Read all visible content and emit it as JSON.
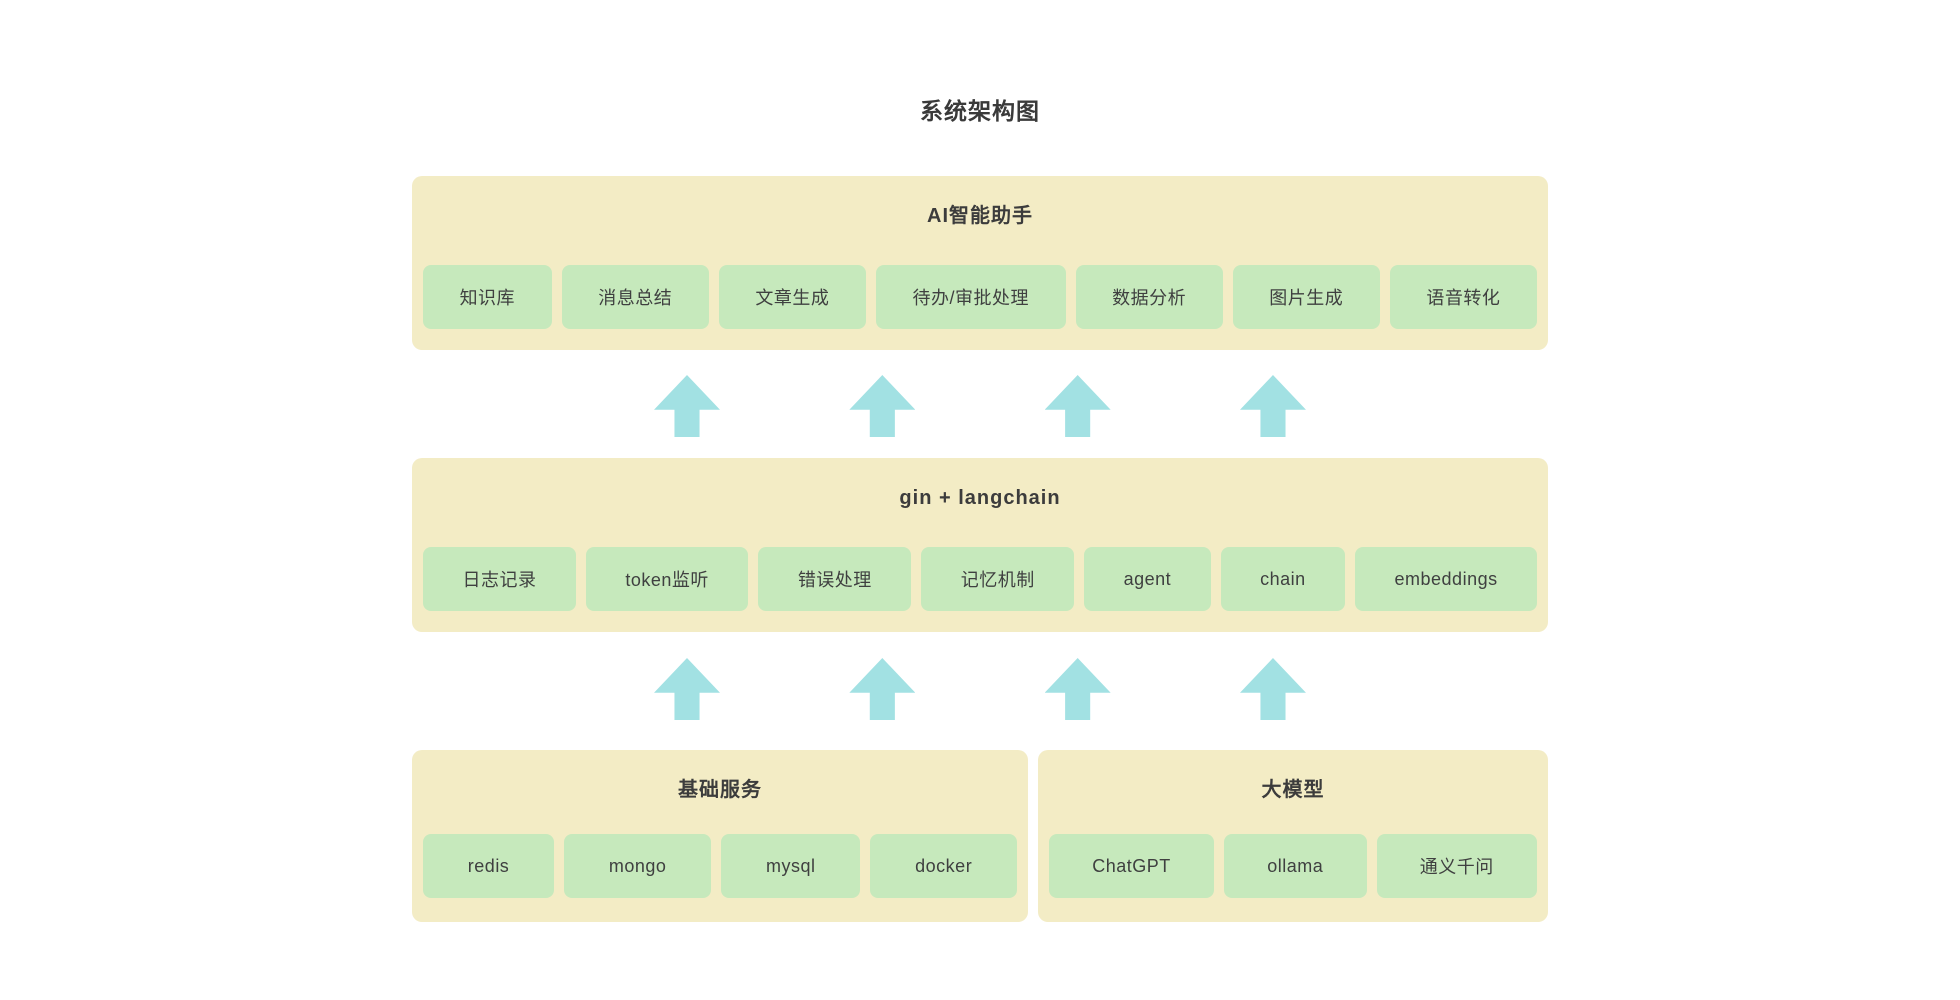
{
  "page_title": "系统架构图",
  "colors": {
    "background": "#ffffff",
    "layer_box_bg": "#f3ecc5",
    "chip_bg": "#c6e9bc",
    "arrow": "#a2e1e3",
    "text": "#3a3a3a"
  },
  "layers": [
    {
      "id": "ai-assistant",
      "title": "AI智能助手",
      "chips": [
        "知识库",
        "消息总结",
        "文章生成",
        "待办/审批处理",
        "数据分析",
        "图片生成",
        "语音转化"
      ]
    },
    {
      "id": "gin-langchain",
      "title": "gin + langchain",
      "chips": [
        "日志记录",
        "token监听",
        "错误处理",
        "记忆机制",
        "agent",
        "chain",
        "embeddings"
      ]
    }
  ],
  "bottom_layers": [
    {
      "id": "base-services",
      "title": "基础服务",
      "chips": [
        "redis",
        "mongo",
        "mysql",
        "docker"
      ]
    },
    {
      "id": "large-models",
      "title": "大模型",
      "chips": [
        "ChatGPT",
        "ollama",
        "通义千问"
      ]
    }
  ],
  "arrows": {
    "direction": "up",
    "rows": 2,
    "per_row": 4
  }
}
